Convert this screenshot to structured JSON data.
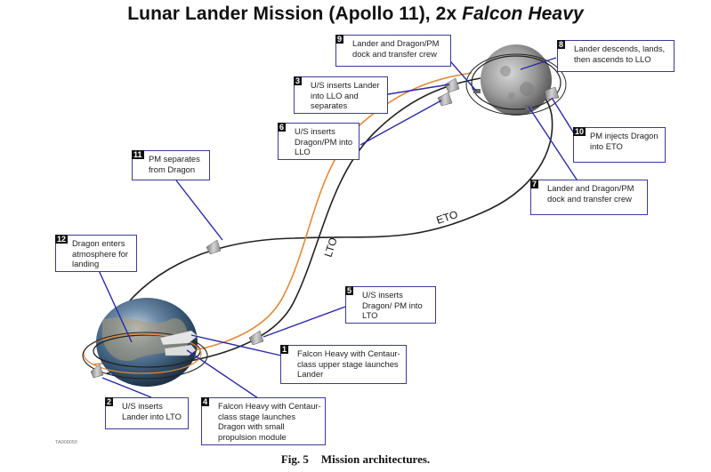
{
  "title": {
    "main": "Lunar Lander Mission (Apollo 11), 2x ",
    "italic": "Falcon Heavy"
  },
  "orbit_labels": {
    "lto": "LTO",
    "eto": "ETO"
  },
  "colors": {
    "callout_border": "#3a3a9a",
    "leader_line": "#2a2aa8",
    "lander_trajectory": "#e08a3a",
    "dragon_trajectory": "#222222",
    "number_badge": "#111111"
  },
  "callouts": [
    {
      "num": "1",
      "text": "Falcon Heavy with Centaur-class upper stage launches Lander"
    },
    {
      "num": "2",
      "text": "U/S inserts Lander into LTO"
    },
    {
      "num": "3",
      "text": "U/S inserts Lander into LLO and separates"
    },
    {
      "num": "4",
      "text": "Falcon Heavy with Centaur-class stage launches Dragon with small propulsion module"
    },
    {
      "num": "5",
      "text": "U/S inserts Dragon/ PM into LTO"
    },
    {
      "num": "6",
      "text": "U/S inserts Dragon/PM into LLO"
    },
    {
      "num": "7",
      "text": "Lander and Dragon/PM dock and transfer crew"
    },
    {
      "num": "8",
      "text": "Lander descends, lands, then ascends to LLO"
    },
    {
      "num": "9",
      "text": "Lander and Dragon/PM dock and transfer crew"
    },
    {
      "num": "10",
      "text": "PM injects Dragon into ETO"
    },
    {
      "num": "11",
      "text": "PM separates from Dragon"
    },
    {
      "num": "12",
      "text": "Dragon enters atmosphere for landing"
    }
  ],
  "doc_id": "TA008050",
  "caption": {
    "fig": "Fig. 5",
    "text": "Mission architectures."
  }
}
